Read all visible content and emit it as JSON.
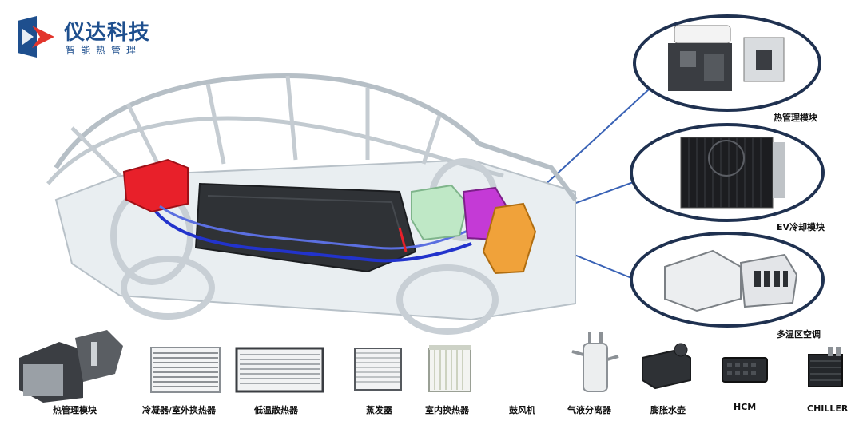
{
  "brand": {
    "name": "仪达科技",
    "slogan": "智能热管理"
  },
  "callouts": [
    {
      "label": "热管理模块"
    },
    {
      "label": "EV冷却模块"
    },
    {
      "label": "多温区空调"
    }
  ],
  "components": [
    {
      "label": "热管理模块"
    },
    {
      "label": "冷凝器/室外换热器"
    },
    {
      "label": "低温散热器"
    },
    {
      "label": "蒸发器"
    },
    {
      "label": "室内换热器"
    },
    {
      "label": "鼓风机"
    },
    {
      "label": "气液分离器"
    },
    {
      "label": "膨胀水壶"
    },
    {
      "label": "HCM"
    },
    {
      "label": "CHILLER"
    }
  ],
  "colors": {
    "brand_blue": "#1e4f8e",
    "logo_red": "#e2352c",
    "callout_border": "#1f3150",
    "connector_blue": "#3a63b6",
    "motor_red": "#e8202a",
    "battery_dark": "#2f3236",
    "coolant_blue": "#2233cc",
    "magenta_unit": "#c43ad6",
    "orange_unit": "#f0a23a",
    "green_unit": "#bfe8c6"
  }
}
